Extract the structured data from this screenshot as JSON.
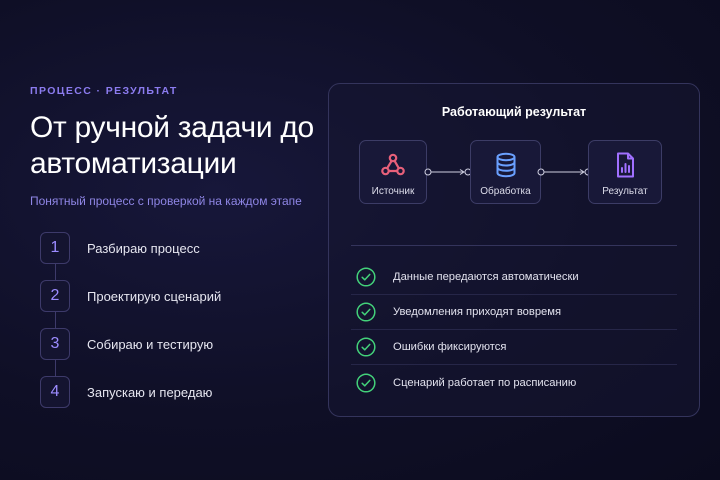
{
  "eyebrow": "ПРОЦЕСС · РЕЗУЛЬТАТ",
  "title": "От ручной задачи до автоматизации",
  "subtitle": "Понятный процесс с проверкой на каждом этапе",
  "steps": [
    {
      "num": "1",
      "label": "Разбираю процесс"
    },
    {
      "num": "2",
      "label": "Проектирую сценарий"
    },
    {
      "num": "3",
      "label": "Собираю и тестирую"
    },
    {
      "num": "4",
      "label": "Запускаю и передаю"
    }
  ],
  "panel": {
    "title": "Работающий результат",
    "nodes": [
      {
        "label": "Источник",
        "icon": "webhook-icon",
        "color": "#e8607a"
      },
      {
        "label": "Обработка",
        "icon": "database-icon",
        "color": "#6aa0ff"
      },
      {
        "label": "Результат",
        "icon": "report-chart-icon",
        "color": "#a070ff"
      }
    ],
    "checks": [
      "Данные передаются автоматически",
      "Уведомления приходят вовремя",
      "Ошибки фиксируются",
      "Сценарий работает по расписанию"
    ]
  },
  "colors": {
    "background": "#0f0f26",
    "accent": "#8c7cf0",
    "check": "#43d17a"
  }
}
